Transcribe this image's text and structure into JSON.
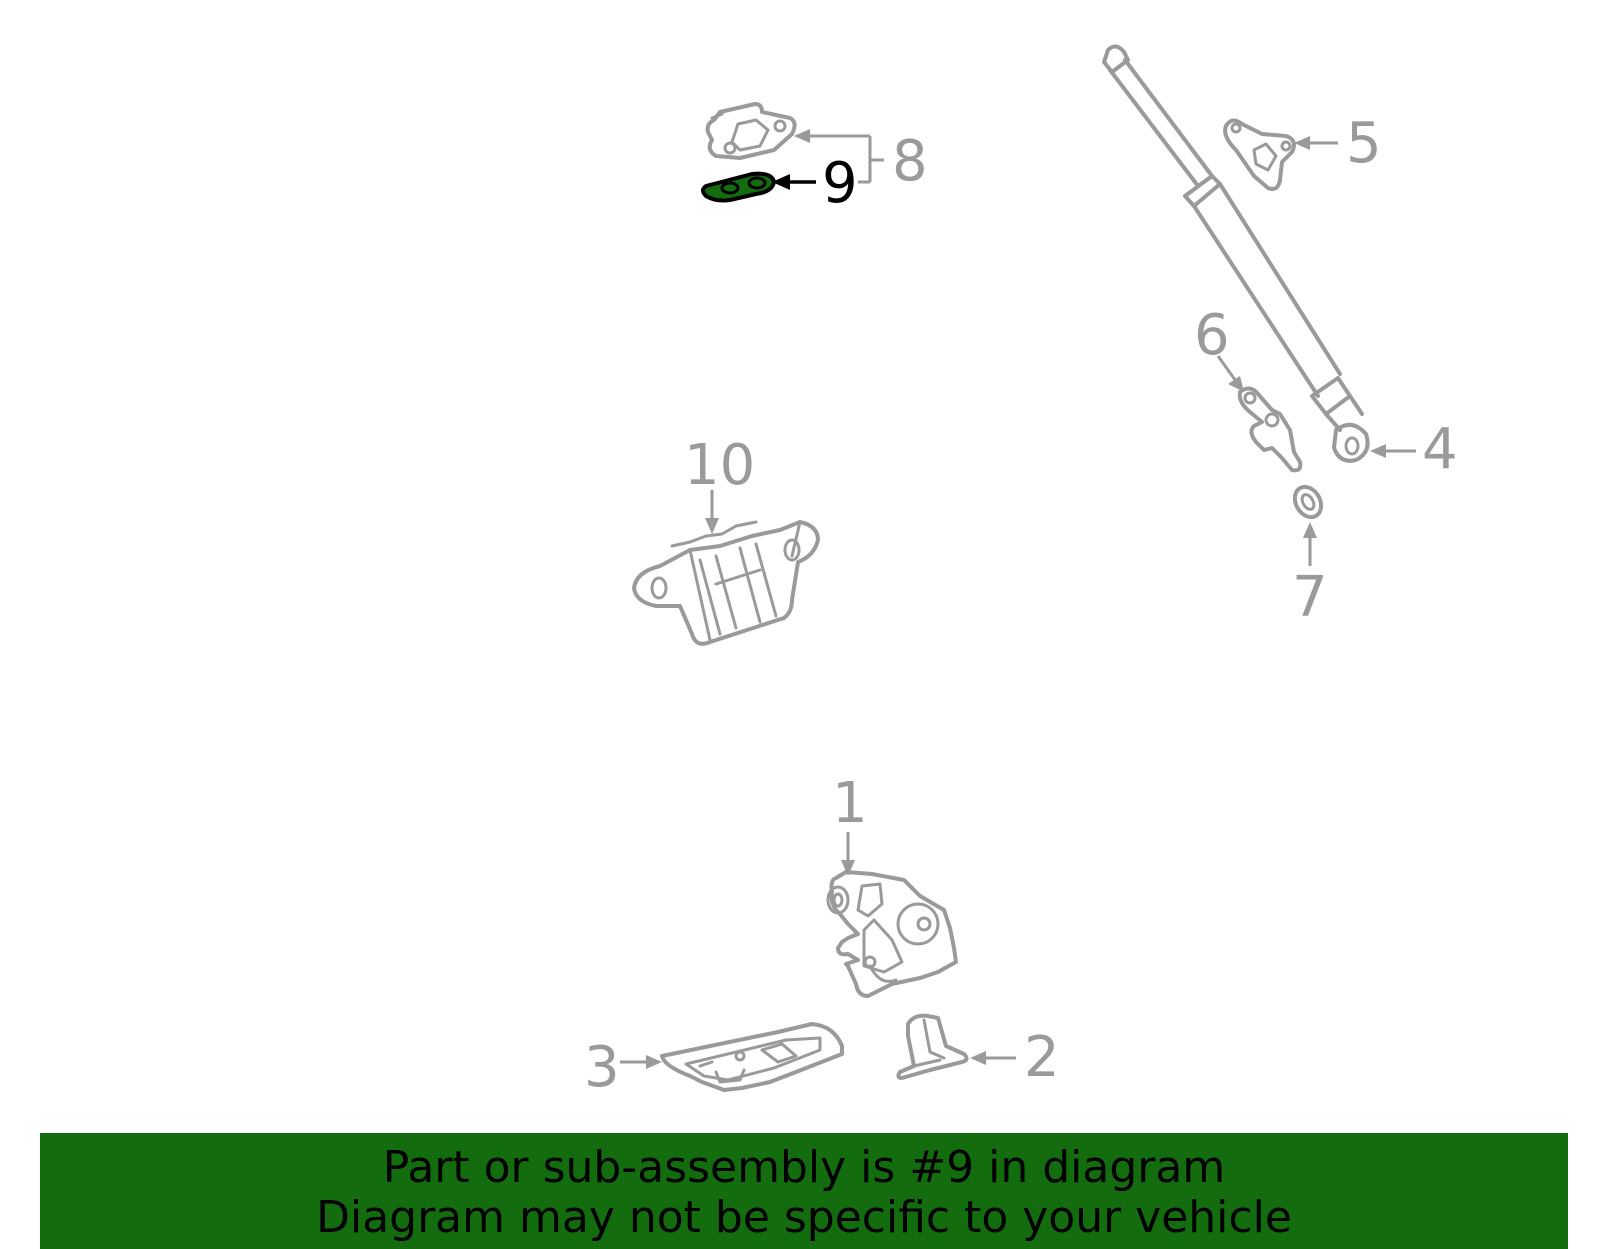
{
  "diagram": {
    "highlighted_callout": "9",
    "highlight_color": "#136d0e",
    "line_color": "#9a9a9a",
    "callouts": {
      "c1": "1",
      "c2": "2",
      "c3": "3",
      "c4": "4",
      "c5": "5",
      "c6": "6",
      "c7": "7",
      "c8": "8",
      "c9": "9",
      "c10": "10"
    }
  },
  "banner": {
    "line1": "Part or sub-assembly is #9 in diagram",
    "line2": "Diagram may not be specific to your vehicle",
    "background": "#136d0e"
  }
}
